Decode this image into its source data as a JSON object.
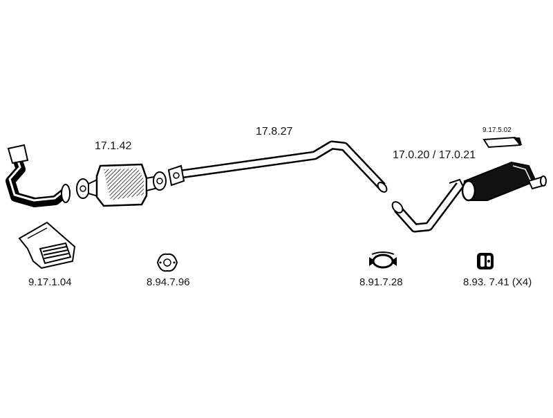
{
  "diagram": {
    "parts": [
      {
        "id": "front_pipe",
        "label": ""
      },
      {
        "id": "catalyst",
        "label": "17.1.42"
      },
      {
        "id": "middle_pipe",
        "label": "17.8.27"
      },
      {
        "id": "rear_silencer",
        "label": "17.0.20 / 17.0.21"
      },
      {
        "id": "rubber_mount",
        "label": "9.17.5.02"
      },
      {
        "id": "mounting_kit",
        "label": "9.17.1.04"
      },
      {
        "id": "gasket",
        "label": "8.94.7.96"
      },
      {
        "id": "clamp",
        "label": "8.91.7.28"
      },
      {
        "id": "bolt_clip",
        "label": "8.93. 7.41 (X4)"
      }
    ]
  }
}
